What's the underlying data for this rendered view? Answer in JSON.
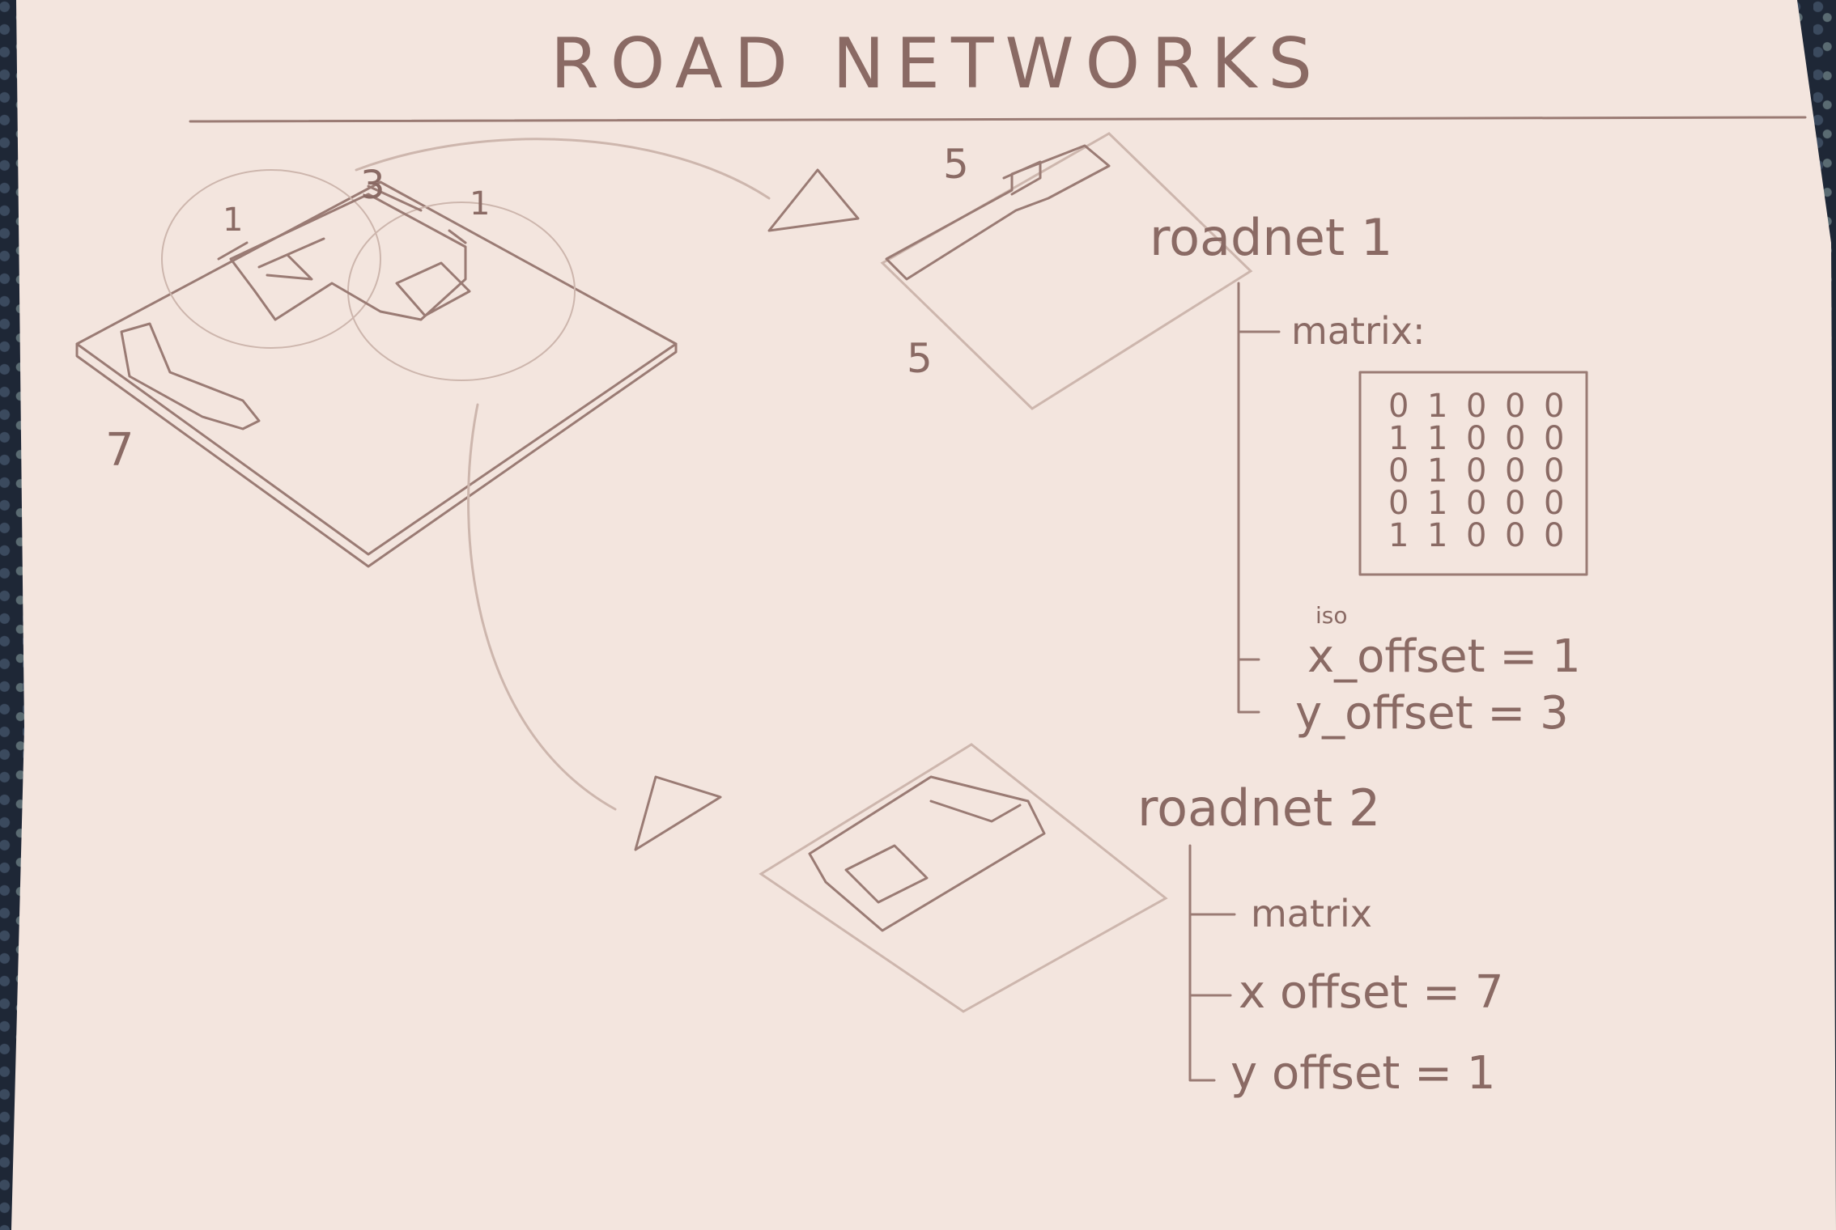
{
  "title": "ROAD NETWORKS",
  "source": {
    "labels": {
      "top_left": "1",
      "top_middle": "3",
      "top_right": "1",
      "left": "7"
    }
  },
  "roadnet1": {
    "name": "roadnet 1",
    "dim_top": "5",
    "dim_left": "5",
    "matrix_label": "matrix:",
    "matrix": [
      [
        "0",
        "1",
        "0",
        "0",
        "0"
      ],
      [
        "1",
        "1",
        "0",
        "0",
        "0"
      ],
      [
        "0",
        "1",
        "0",
        "0",
        "0"
      ],
      [
        "0",
        "1",
        "0",
        "0",
        "0"
      ],
      [
        "1",
        "1",
        "0",
        "0",
        "0"
      ]
    ],
    "iso_note": "iso",
    "x_offset": "x_offset = 1",
    "y_offset": "y_offset = 3"
  },
  "roadnet2": {
    "name": "roadnet 2",
    "matrix_label": "matrix",
    "x_offset": "x offset = 7",
    "y_offset": "y offset = 1"
  },
  "colors": {
    "paper": "#f3e5de",
    "ink": "#9a7b74",
    "faint": "#cdb6ad",
    "background": "#1e2736"
  }
}
